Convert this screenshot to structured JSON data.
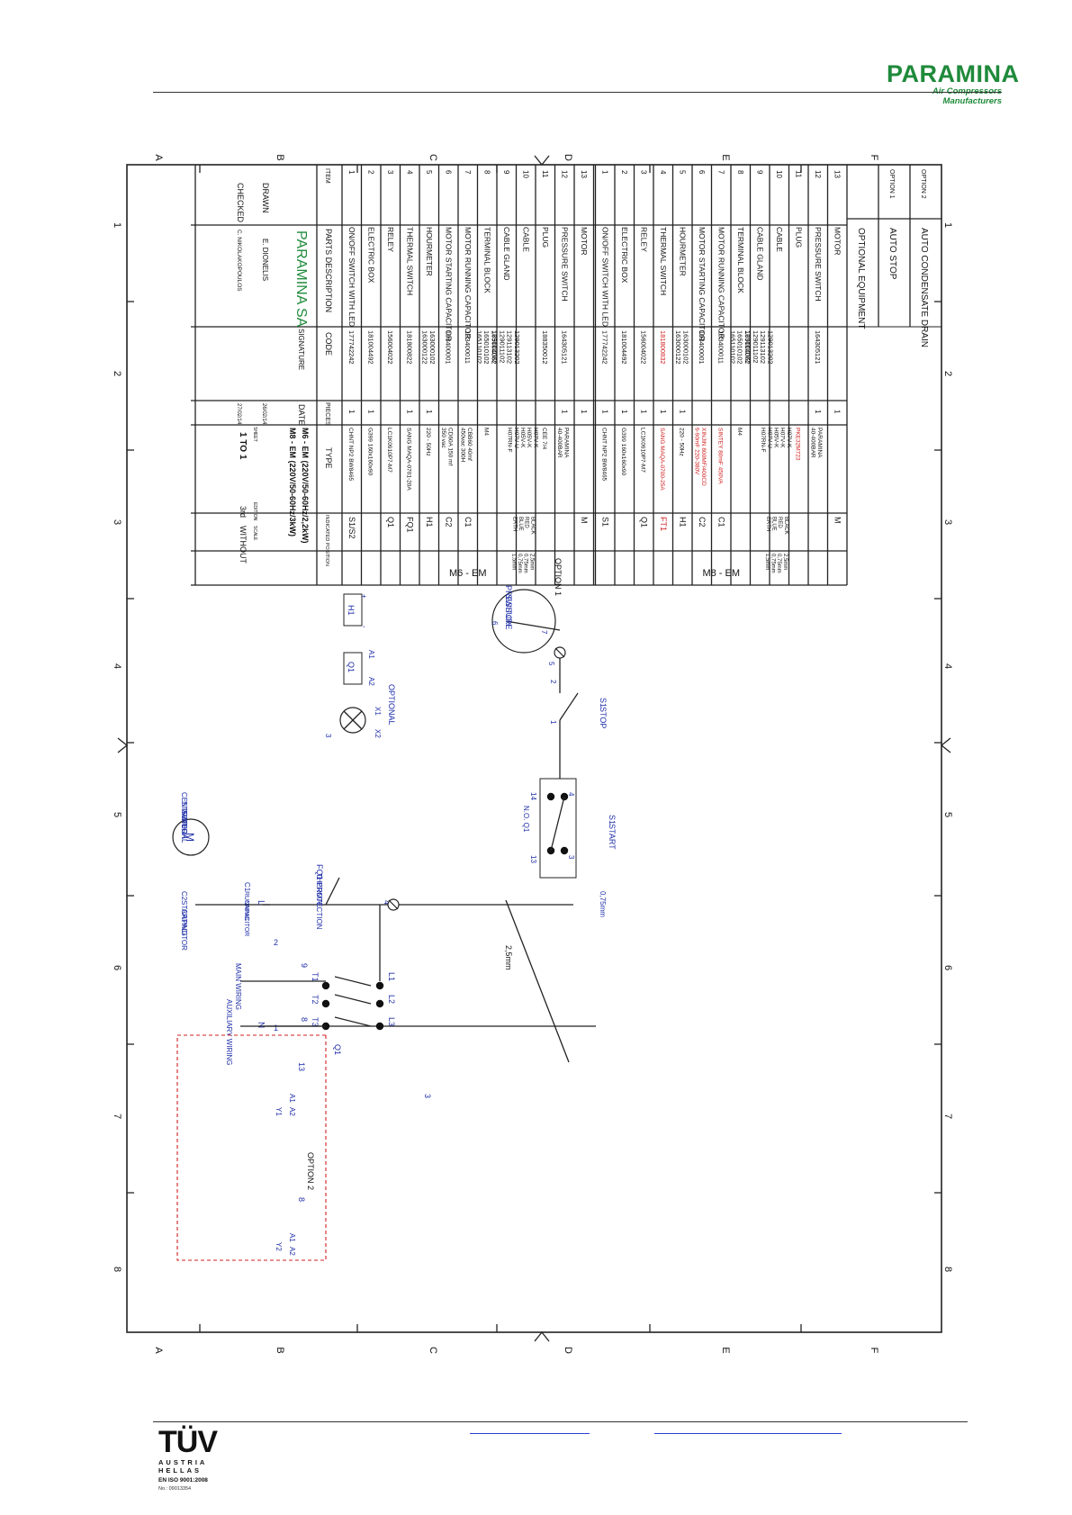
{
  "header": {
    "brand": "PARAMINA",
    "tagline": "Air Compressors Manufacturers"
  },
  "footer": {
    "tuv_mark": "TÜV",
    "tuv_line1": "AUSTRIA",
    "tuv_line2": "HELLAS",
    "tuv_cert": "EN ISO 9001:2008",
    "tuv_no": "No.: 09013354"
  },
  "frame": {
    "rows": [
      "F",
      "E",
      "D",
      "C",
      "B",
      "A"
    ],
    "cols": [
      "1",
      "2",
      "3",
      "4",
      "5",
      "6",
      "7",
      "8"
    ]
  },
  "options_table": {
    "rows": [
      {
        "tag": "OPTION 2",
        "desc": "AUTO CONDENSATE DRAIN"
      },
      {
        "tag": "OPTION 1",
        "desc": "AUTO STOP"
      },
      {
        "tag": "",
        "desc": "OPTIONAL EQUIPMENT"
      }
    ]
  },
  "bom_m8": {
    "group": "M8 - EM",
    "rows": [
      {
        "item": "13",
        "desc": "MOTOR",
        "code": "",
        "pcs": "1",
        "type": "",
        "pos": "M",
        "extra": "",
        "red_type": false
      },
      {
        "item": "12",
        "desc": "PRESSURE SWITCH",
        "code": "164305121",
        "pcs": "1",
        "type": "PARAMINA\n40-400BAR",
        "pos": "",
        "extra": "",
        "red_type": false
      },
      {
        "item": "11",
        "desc": "PLUG",
        "code": "",
        "pcs": "",
        "type": "PKE32M723",
        "pos": "",
        "extra": "",
        "red_type": true
      },
      {
        "item": "10",
        "desc": "CABLE",
        "code": "",
        "pcs": "",
        "type": "H07V-K\nH07V-K\nH05V-K\nH07V-U\nH07RN-F",
        "pos": "BLACK\nRED\nBLUE\nERTH",
        "extra": "2,5mm\n0,75mm\n0,75mm\n1,5mm",
        "red_type": false
      },
      {
        "item": "9",
        "desc": "CABLE GLAND",
        "code": "129013202\n129113102\n129011102\n129111102",
        "pcs": "",
        "type": "",
        "pos": "",
        "extra": "",
        "red_type": false
      },
      {
        "item": "8",
        "desc": "TERMINAL BLOCK",
        "code": "165004062\n165010102\n165110102",
        "pcs": "",
        "type": "M4",
        "pos": "",
        "extra": "",
        "red_type": false
      },
      {
        "item": "7",
        "desc": "MOTOR RUNNING CAPACITOR",
        "code": "103400011",
        "pcs": "",
        "type": "SINTEY 80mF 450VA",
        "pos": "C1",
        "extra": "",
        "red_type": true
      },
      {
        "item": "6",
        "desc": "MOTOR STARTING CAPACITOR",
        "code": "103400001",
        "pcs": "",
        "type": "XINJIN 800MF/400CD\n9-90mF 220-380V",
        "pos": "C2",
        "extra": "",
        "red_type": true
      },
      {
        "item": "5",
        "desc": "HOURMETER",
        "code": "163000102\n163000122",
        "pcs": "1",
        "type": "220 - 50Hz",
        "pos": "H1",
        "extra": "",
        "red_type": false
      },
      {
        "item": "4",
        "desc": "THERMAL SWITCH",
        "code": "181800832",
        "pcs": "1",
        "type": "SANG MAQA-0700-25A",
        "pos": "FT1",
        "extra": "",
        "red_type": true,
        "red_code": true,
        "red_pos": true
      },
      {
        "item": "3",
        "desc": "RELEY",
        "code": "156004022",
        "pcs": "1",
        "type": "LC1K0910P7-M7",
        "pos": "Q1",
        "extra": "",
        "red_type": false
      },
      {
        "item": "2",
        "desc": "ELECTRIC BOX",
        "code": "181004492",
        "pcs": "1",
        "type": "G399 160x160x90",
        "pos": "",
        "extra": "",
        "red_type": false
      },
      {
        "item": "1",
        "desc": "ON/OFF SWITCH WITH LED",
        "code": "177742242",
        "pcs": "1",
        "type": "CHNT NP2 BW8465",
        "pos": "S1",
        "extra": "",
        "red_type": false
      }
    ]
  },
  "bom_m6": {
    "group": "M6 - EM",
    "rows": [
      {
        "item": "13",
        "desc": "MOTOR",
        "code": "",
        "pcs": "1",
        "type": "",
        "pos": "M",
        "extra": "",
        "red_type": false
      },
      {
        "item": "12",
        "desc": "PRESSURE SWITCH",
        "code": "164305121",
        "pcs": "1",
        "type": "PARAMINA\n40-400BAR",
        "pos": "",
        "extra": "",
        "red_type": false
      },
      {
        "item": "11",
        "desc": "PLUG",
        "code": "188350012",
        "pcs": "",
        "type": "CEE 7/4",
        "pos": "",
        "extra": "",
        "red_type": false
      },
      {
        "item": "10",
        "desc": "CABLE",
        "code": "",
        "pcs": "",
        "type": "H07V-K\nH05V-K\nH05V-K\nH07V-U\nH07RN-F",
        "pos": "BLACK\nRED\nBLUE\nERTH",
        "extra": "2,5mm\n0,75mm\n0,75mm\n1,5mm",
        "red_type": false
      },
      {
        "item": "9",
        "desc": "CABLE GLAND",
        "code": "129013202\n129113102\n129011102\n129111102",
        "pcs": "",
        "type": "",
        "pos": "",
        "extra": "",
        "red_type": false
      },
      {
        "item": "8",
        "desc": "TERMINAL BLOCK",
        "code": "165004062\n165010102\n165110102",
        "pcs": "",
        "type": "M4",
        "pos": "",
        "extra": "",
        "red_type": false
      },
      {
        "item": "7",
        "desc": "MOTOR RUNNING CAPACITOR",
        "code": "103400011",
        "pcs": "",
        "type": "CBB60 40mf\n450vac 300H",
        "pos": "C1",
        "extra": "",
        "red_type": false
      },
      {
        "item": "6",
        "desc": "MOTOR STARTING CAPACITOR",
        "code": "103400001",
        "pcs": "",
        "type": "CD60A 150 mf\n350 vac",
        "pos": "C2",
        "extra": "",
        "red_type": false
      },
      {
        "item": "5",
        "desc": "HOURMETER",
        "code": "163000102\n163000122",
        "pcs": "1",
        "type": "220 - 50Hz",
        "pos": "H1",
        "extra": "",
        "red_type": false
      },
      {
        "item": "4",
        "desc": "THERMAL SWITCH",
        "code": "181800822",
        "pcs": "1",
        "type": "SANG MAQA-0701-20A",
        "pos": "FQ1",
        "extra": "",
        "red_type": false
      },
      {
        "item": "3",
        "desc": "RELEY",
        "code": "156004022",
        "pcs": "",
        "type": "LC1K0910P7-M7",
        "pos": "Q1",
        "extra": "",
        "red_type": false
      },
      {
        "item": "2",
        "desc": "ELECTRIC BOX",
        "code": "181004492",
        "pcs": "1",
        "type": "G399 160x160x90",
        "pos": "",
        "extra": "",
        "red_type": false
      },
      {
        "item": "1",
        "desc": "ON/OFF SWITCH WITH LED",
        "code": "177742242",
        "pcs": "1",
        "type": "CHNT NP2 BW8465",
        "pos": "S1/S2",
        "extra": "",
        "red_type": false
      }
    ]
  },
  "bom_header": {
    "item": "ITEM",
    "desc": "PARTS DESCRIPTION",
    "code": "CODE",
    "pcs": "PIECES",
    "type": "TYPE",
    "pos": "INDICATED POSITION"
  },
  "title_block": {
    "company": "PARAMINA SA",
    "signature": "SIGNATURE",
    "date": "DATE",
    "title_m6": "M6 - EM (220V/50-60Hz/2,2kW)",
    "title_m8": "M8 - EM (220V/50-60Hz/3kW)",
    "drawn_label": "DRAWN",
    "drawn_by": "E. DIONELIS",
    "drawn_date": "26/02/14",
    "checked_label": "CHECKED",
    "checked_by": "C. NIKOLAKOPOULOS",
    "checked_date": "27/02/14",
    "sheet_label": "SHEET",
    "sheet": "1 TO 1",
    "edition_label": "EDITION",
    "edition": "3rd",
    "scale_label": "SCALE",
    "scale": "WITHOUT"
  },
  "schematic": {
    "line_L": "L",
    "line_N": "N",
    "wire_2": "2",
    "wire_1": "1",
    "fq1": "FQ1",
    "thermal": "THERMAL",
    "protection": "PROTECTION",
    "wire_4": "4",
    "cable_075": "0,75mm",
    "cable_25": "2,5mm",
    "s1_start_tag": "S1",
    "start": "START",
    "t3": "3",
    "t4": "4",
    "t13": "13",
    "t14": "14",
    "no_q1": "N.O. Q1",
    "s1_stop_tag": "S1",
    "stop": "STOP",
    "stop_1": "1",
    "stop_2": "2",
    "wire_5": "5",
    "option1": "OPTION 1",
    "pressure": "PRESSURE",
    "switch": "SWITCH",
    "ps_6": "6",
    "ps_7": "7",
    "h1": "H1",
    "h_plus": "+",
    "h_minus": "-",
    "q1_coil": "Q1",
    "a1": "A1",
    "a2": "A2",
    "optional": "OPTIONAL",
    "x1": "X1",
    "x2": "X2",
    "wire_3": "3",
    "l1": "L1",
    "l2": "L2",
    "l3": "L3",
    "tt1": "T1",
    "tt2": "T2",
    "tt3": "T3",
    "q1_contact": "Q1",
    "wire_9": "9",
    "wire_8": "8",
    "wire_3b": "3",
    "main_wiring": "MAIN WIRING",
    "aux_wiring": "AUXILIARY WIRING",
    "c1": "C1",
    "running": "RUNNING",
    "capacitor": "CAPACITOR",
    "c2": "C2",
    "starting": "STARTING",
    "capacitor2": "CAPACITOR",
    "motor": "M",
    "centrifugal": "CENTRIFUGAL",
    "starter": "STARTER",
    "switch2": "SWITCH",
    "wire_13": "13",
    "option2": "OPTION 2",
    "y1": "Y1",
    "y2": "Y2",
    "ya1": "A1",
    "ya2": "A2",
    "yb1": "A1",
    "yb2": "A2",
    "wire_8b": "8"
  },
  "colors": {
    "brand_green": "#1f8a3b",
    "wire_blue": "#1f2fa8",
    "red_option": "#d02020",
    "line": "#222222"
  }
}
